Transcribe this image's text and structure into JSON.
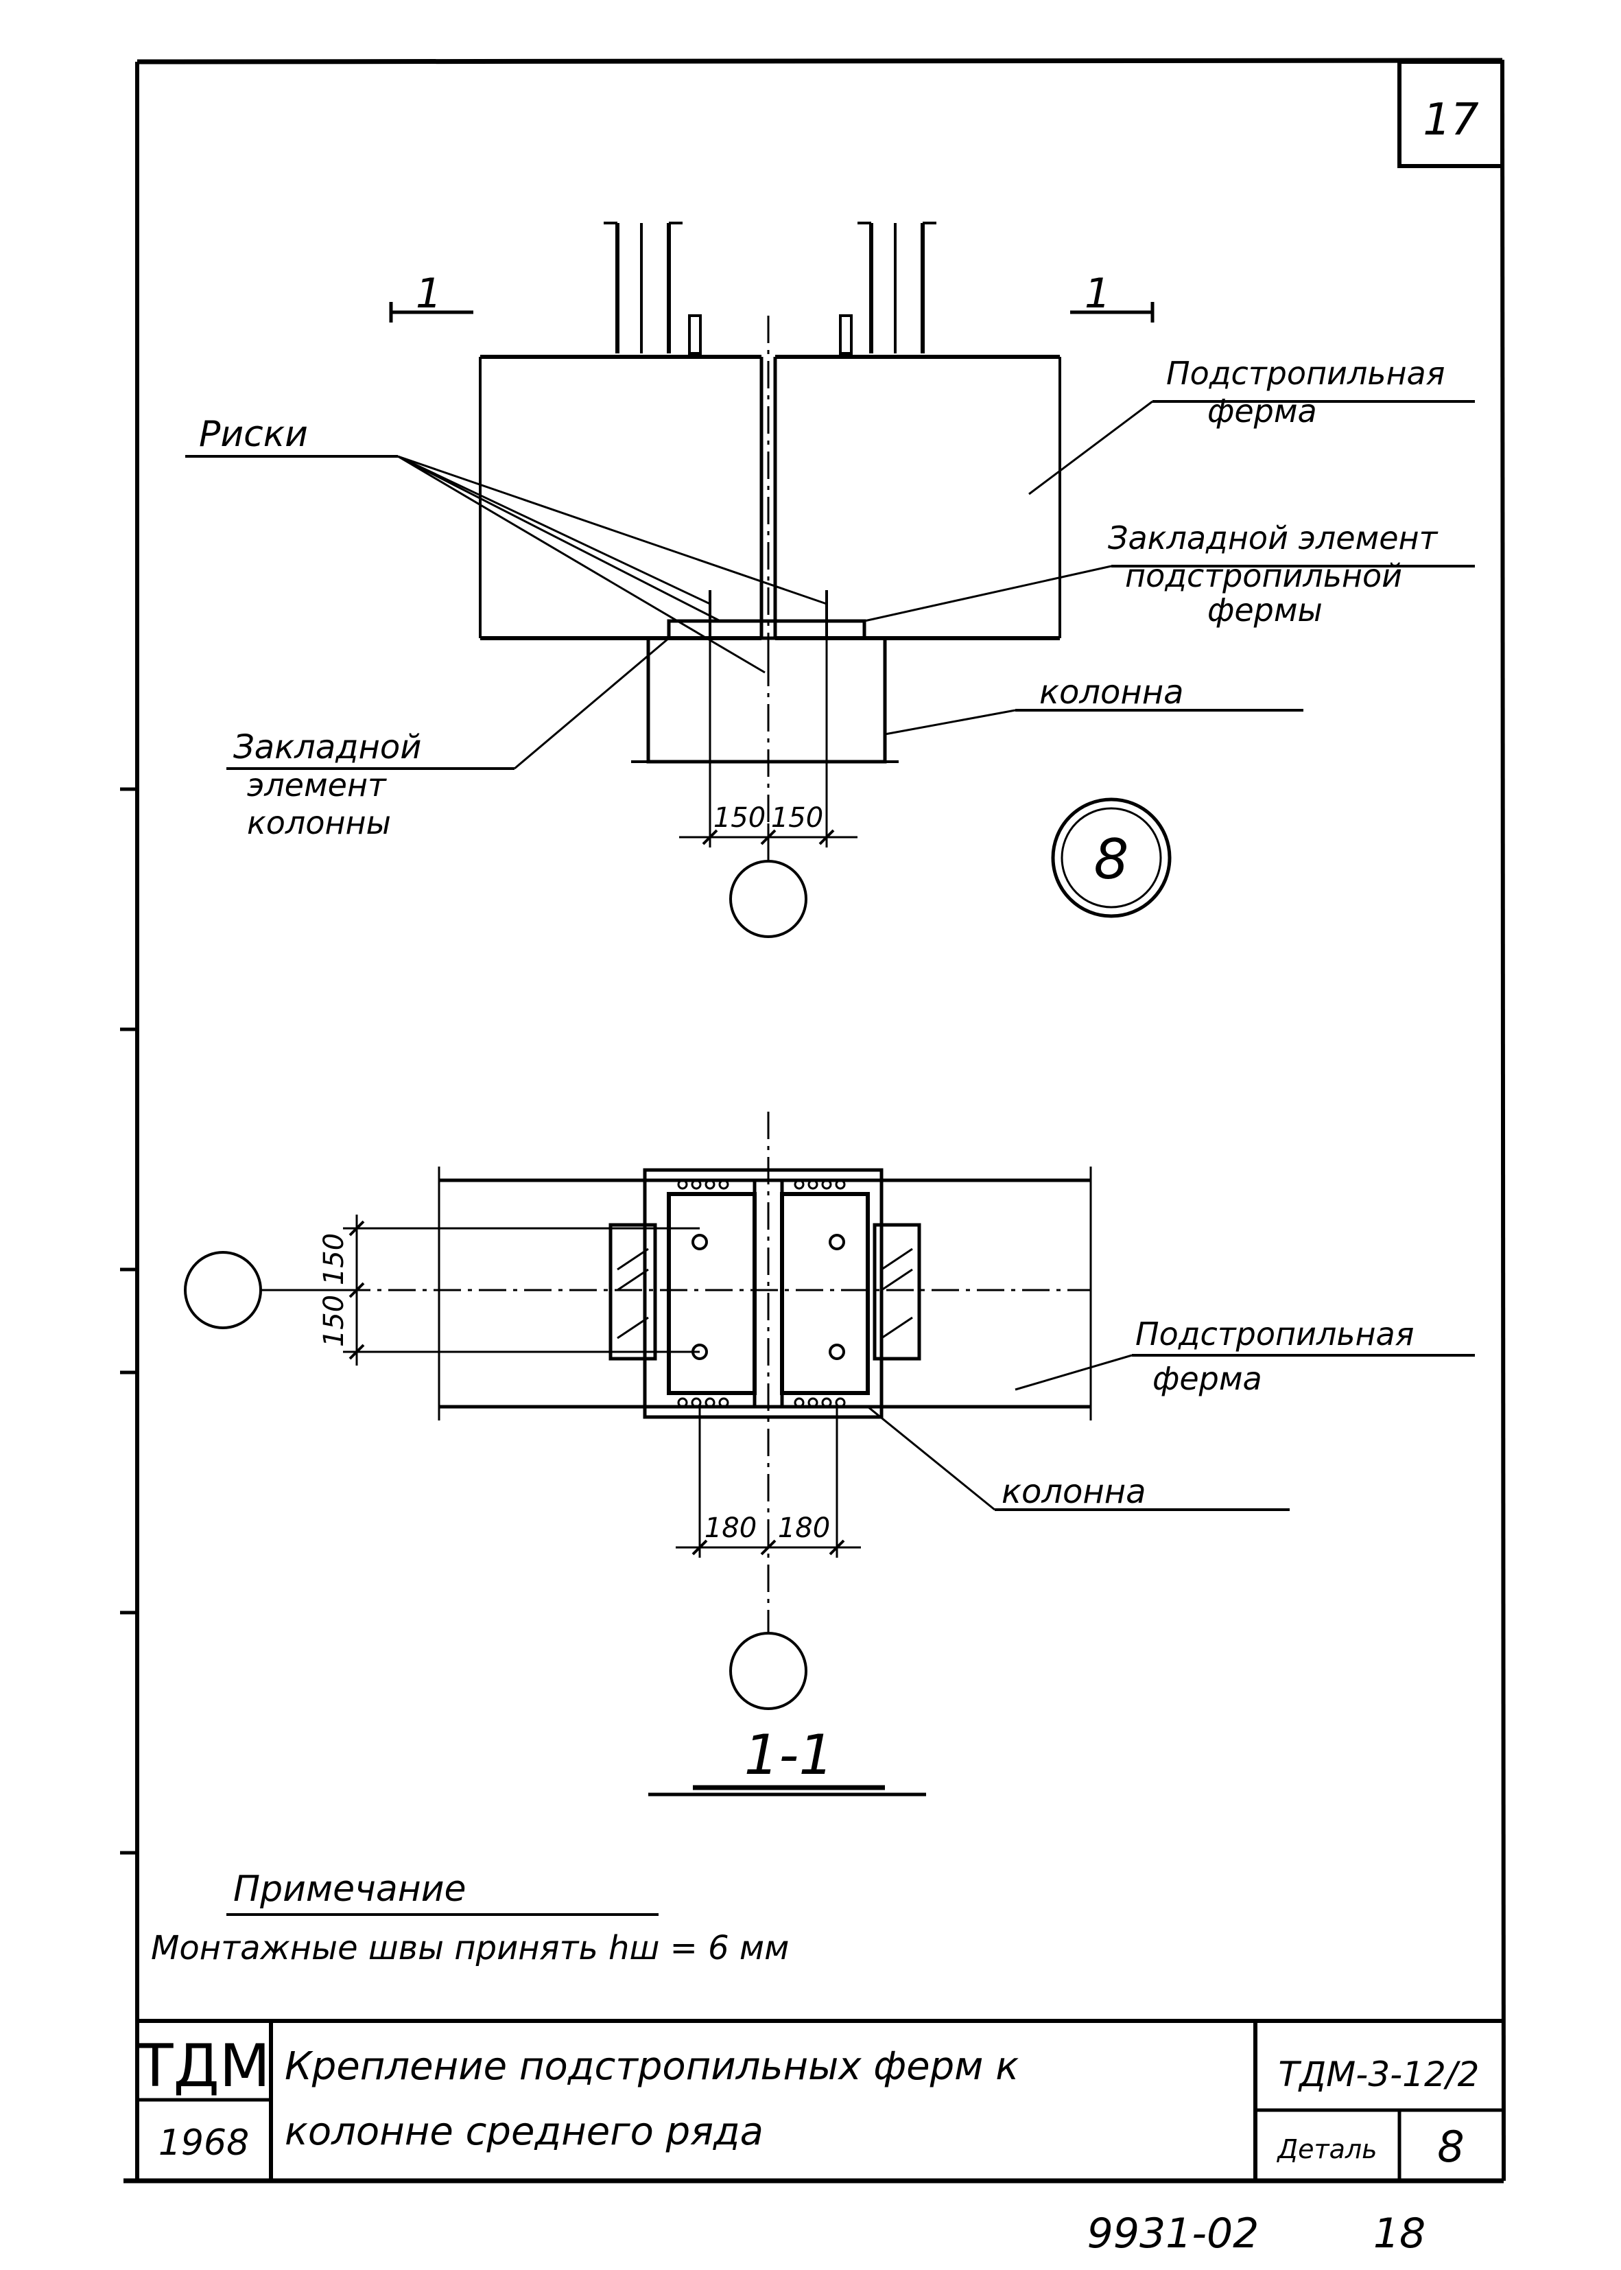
{
  "sheet": {
    "page_number": "17",
    "section_label": "1",
    "section_title": "1-1",
    "detail_circle_label": "8",
    "archive_number": "9931-02",
    "archive_sheet": "18"
  },
  "labels": {
    "risk": "Риски",
    "truss_top_1": "Подстропильная",
    "truss_top_2": "ферма",
    "embedded_truss_1": "Закладной элемент",
    "embedded_truss_2": "подстропильной",
    "embedded_truss_3": "фермы",
    "column_top": "колонна",
    "embedded_column_1": "Закладной",
    "embedded_column_2": "элемент",
    "embedded_column_3": "колонны",
    "truss_bottom_1": "Подстропильная",
    "truss_bottom_2": "ферма",
    "column_bottom": "колонна"
  },
  "dimensions": {
    "top_left": "150",
    "top_right": "150",
    "left_upper": "150",
    "left_lower": "150",
    "bottom_left": "180",
    "bottom_right": "180"
  },
  "note": {
    "title": "Примечание",
    "text": "Монтажные швы принять hш = 6 мм"
  },
  "title_block": {
    "org": "ТДМ",
    "year": "1968",
    "title_line1": "Крепление подстропильных ферм к",
    "title_line2": "колонне среднего ряда",
    "doc_code": "ТДМ-3-12/2",
    "detail_label": "Деталь",
    "detail_number": "8"
  }
}
